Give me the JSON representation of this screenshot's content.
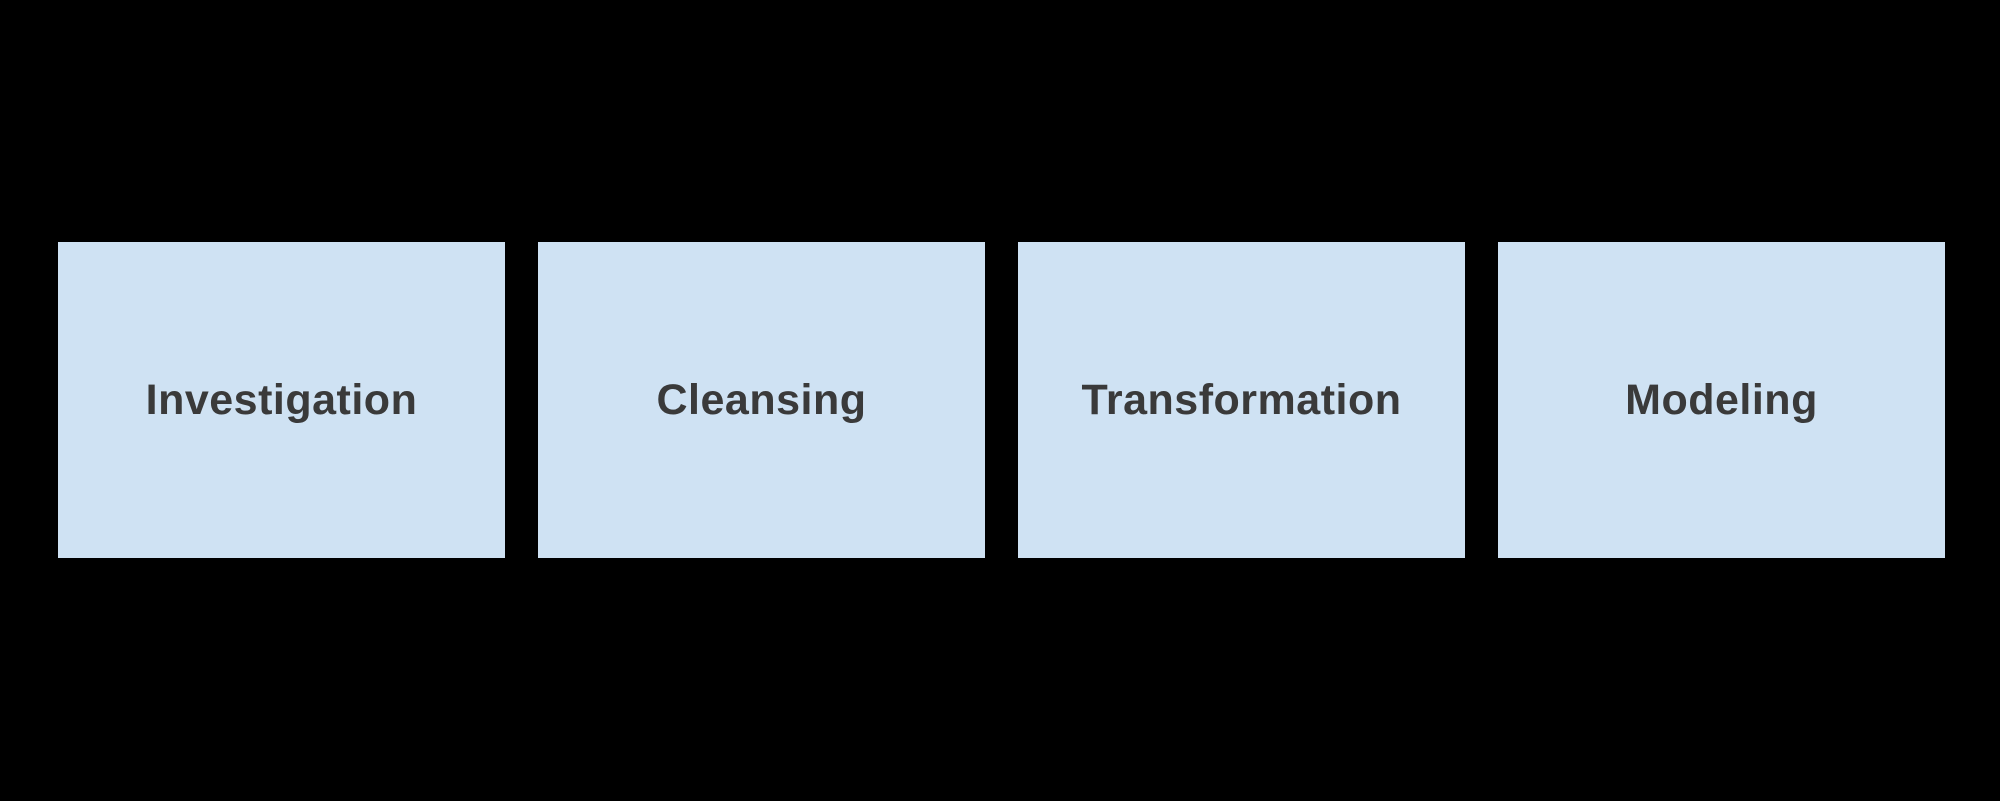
{
  "diagram": {
    "title": "",
    "type": "process-flow",
    "stages": [
      {
        "label": "Investigation"
      },
      {
        "label": "Cleansing"
      },
      {
        "label": "Transformation"
      },
      {
        "label": "Modeling"
      }
    ]
  },
  "colors": {
    "background": "#000000",
    "box_fill": "#cfe2f3",
    "label_text": "#3a3a3a"
  }
}
